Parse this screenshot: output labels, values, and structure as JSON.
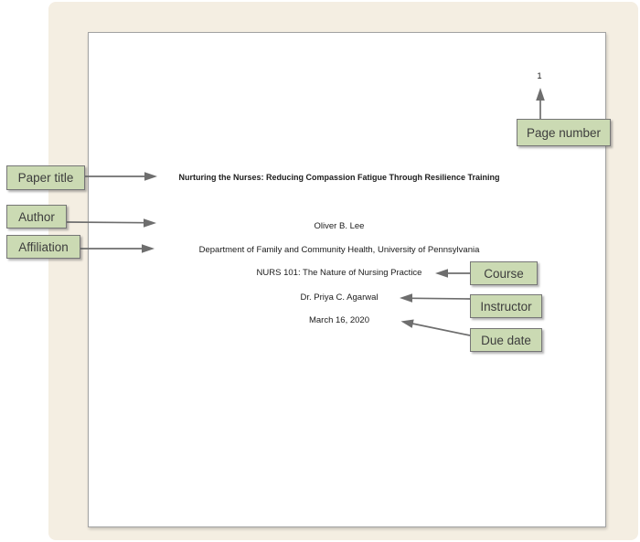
{
  "document": {
    "page_number": "1",
    "title": "Nurturing the Nurses: Reducing Compassion Fatigue Through Resilience Training",
    "author": "Oliver B. Lee",
    "affiliation": "Department of Family and Community Health, University of Pennsylvania",
    "course": "NURS 101: The Nature of Nursing Practice",
    "instructor": "Dr. Priya C. Agarwal",
    "due_date": "March 16, 2020"
  },
  "callouts": {
    "paper_title": "Paper title",
    "author": "Author",
    "affiliation": "Affiliation",
    "page_number": "Page number",
    "course": "Course",
    "instructor": "Instructor",
    "due_date": "Due date"
  },
  "colors": {
    "panel_background": "#f4eee2",
    "callout_fill": "#cbdab3",
    "callout_border": "#767676",
    "callout_text": "#3d3d3d",
    "arrow": "#6e6e6e",
    "page_border": "#a2a2a2"
  }
}
